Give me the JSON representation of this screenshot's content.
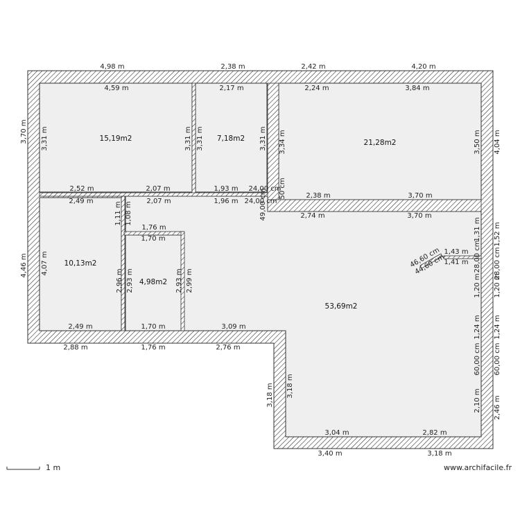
{
  "rooms": [
    {
      "area": "15,19m2"
    },
    {
      "area": "7,18m2"
    },
    {
      "area": "21,28m2"
    },
    {
      "area": "10,13m2"
    },
    {
      "area": "4,98m2"
    },
    {
      "area": "53,69m2"
    }
  ],
  "dimensions": [
    "4,98 m",
    "2,38 m",
    "2,42 m",
    "4,20 m",
    "4,59 m",
    "2,17 m",
    "2,24 m",
    "3,84 m",
    "2,52 m",
    "2,07 m",
    "1,93 m",
    "24,00 cm",
    "2,38 m",
    "3,70 m",
    "2,49 m",
    "2,07 m",
    "1,96 m",
    "24,00 cm",
    "2,74 m",
    "3,70 m",
    "1,76 m",
    "1,70 m",
    "1,43 m",
    "1,41 m",
    "2,49 m",
    "1,70 m",
    "3,09 m",
    "2,88 m",
    "1,76 m",
    "2,76 m",
    "3,04 m",
    "2,82 m",
    "3,40 m",
    "3,18 m",
    "3,70 m",
    "3,31 m",
    "3,31 m",
    "3,31 m",
    "3,31 m",
    "3,34 m",
    "3,50 m",
    "4,04 m",
    "50 cm",
    "49,00 cm",
    "4,46 m",
    "4,07 m",
    "1,11 m",
    "1,08 m",
    "2,96 m",
    "2,93 m",
    "2,93 m",
    "2,99 m",
    "1,31 m",
    "1,52 m",
    "28,00 cm",
    "28,00 cm",
    "1,20 m",
    "1,20 m",
    "1,24 m",
    "1,24 m",
    "60,00 cm",
    "60,00 cm",
    "2,10 m",
    "2,46 m",
    "3,18 m",
    "3,18 m",
    "46,60 cm",
    "44,60 cm"
  ],
  "scale": {
    "label": "1 m"
  },
  "watermark": "www.archifacile.fr",
  "colors": {
    "wall_hatch": "#333333",
    "floor": "#efefef",
    "wall_bg": "#ffffff"
  }
}
